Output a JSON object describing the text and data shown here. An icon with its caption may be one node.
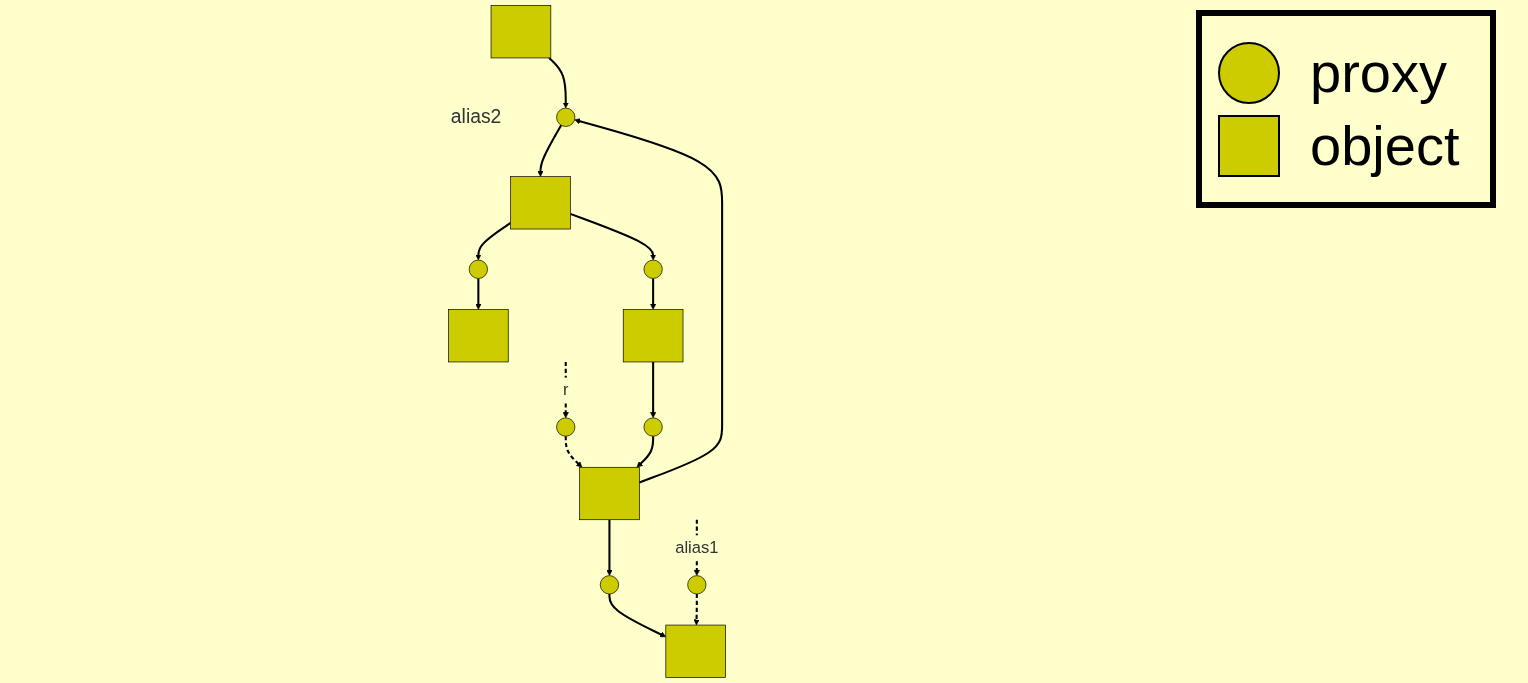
{
  "diagram": {
    "nodes": [
      {
        "text": [],
        "shape": "box",
        "beside": [
          "alias2"
        ]
      },
      {
        "text": [],
        "shape": "circle"
      },
      {
        "text": [],
        "shape": "box"
      },
      {
        "text": [],
        "shape": "circle"
      },
      {
        "text": [],
        "shape": "circle"
      },
      {
        "text": [],
        "shape": "circle"
      },
      {
        "text": [],
        "shape": "box"
      },
      {
        "text": [],
        "shape": "box"
      },
      {
        "text": [],
        "shape": "circle"
      },
      {
        "text": [],
        "shape": "circle"
      },
      {
        "text": [],
        "shape": "circle"
      },
      {
        "text": [],
        "shape": "box"
      },
      {
        "text": [],
        "shape": "box"
      }
    ],
    "edges": [
      {
        "from": null,
        "to": 1,
        "arrow": "to",
        "style": "dashed",
        "label": "r"
      },
      {
        "from": 1,
        "to": 2,
        "arrow": "to",
        "style": "dashed"
      },
      {
        "from": 2,
        "to": 3,
        "arrow": "to"
      },
      {
        "from": 2,
        "to": 4,
        "arrow": "to"
      },
      {
        "from": 0,
        "to": 4,
        "arrow": "to"
      },
      {
        "from": 3,
        "to": 6,
        "arrow": "to"
      },
      {
        "from": null,
        "to": 5,
        "arrow": "to",
        "style": "dashed",
        "label": "alias1"
      },
      {
        "from": 5,
        "to": 6,
        "arrow": "to",
        "style": "dashed"
      },
      {
        "from": 4,
        "to": 7,
        "arrow": "to"
      },
      {
        "from": 8,
        "to": 2,
        "arrow": "to"
      },
      {
        "from": 7,
        "to": 9,
        "arrow": "to"
      },
      {
        "from": 7,
        "to": 10,
        "arrow": "to"
      },
      {
        "from": 9,
        "to": 11,
        "arrow": "to"
      },
      {
        "from": 10,
        "to": 12,
        "arrow": "to"
      },
      {
        "from": 12,
        "to": 8,
        "arrow": "to"
      }
    ],
    "legend": [
      {
        "text": "proxy"
      },
      {
        "text": "object"
      }
    ]
  }
}
